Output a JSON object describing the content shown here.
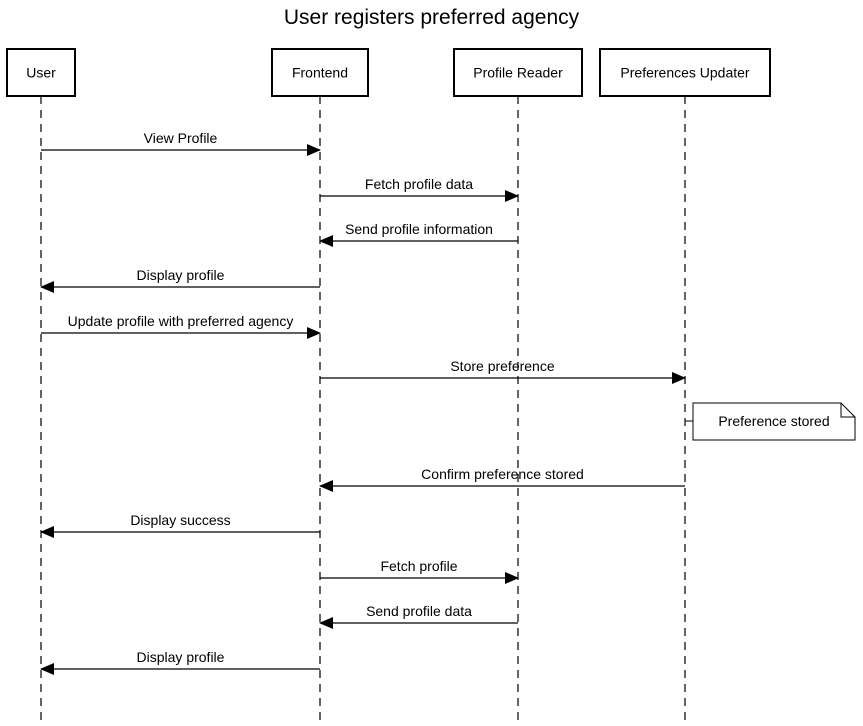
{
  "diagram": {
    "title": "User registers preferred agency",
    "actors": [
      {
        "id": "user",
        "label": "User"
      },
      {
        "id": "frontend",
        "label": "Frontend"
      },
      {
        "id": "reader",
        "label": "Profile Reader"
      },
      {
        "id": "updater",
        "label": "Preferences Updater"
      }
    ],
    "messages": [
      {
        "from": "user",
        "to": "frontend",
        "label": "View Profile"
      },
      {
        "from": "frontend",
        "to": "reader",
        "label": "Fetch profile data"
      },
      {
        "from": "reader",
        "to": "frontend",
        "label": "Send profile information"
      },
      {
        "from": "frontend",
        "to": "user",
        "label": "Display profile"
      },
      {
        "from": "user",
        "to": "frontend",
        "label": "Update profile with preferred agency"
      },
      {
        "from": "frontend",
        "to": "updater",
        "label": "Store preference"
      },
      {
        "from": "updater",
        "to": "frontend",
        "label": "Confirm preference stored"
      },
      {
        "from": "frontend",
        "to": "user",
        "label": "Display success"
      },
      {
        "from": "frontend",
        "to": "reader",
        "label": "Fetch profile"
      },
      {
        "from": "reader",
        "to": "frontend",
        "label": "Send profile data"
      },
      {
        "from": "frontend",
        "to": "user",
        "label": "Display profile"
      }
    ],
    "note": {
      "actor": "updater",
      "label": "Preference stored"
    }
  }
}
